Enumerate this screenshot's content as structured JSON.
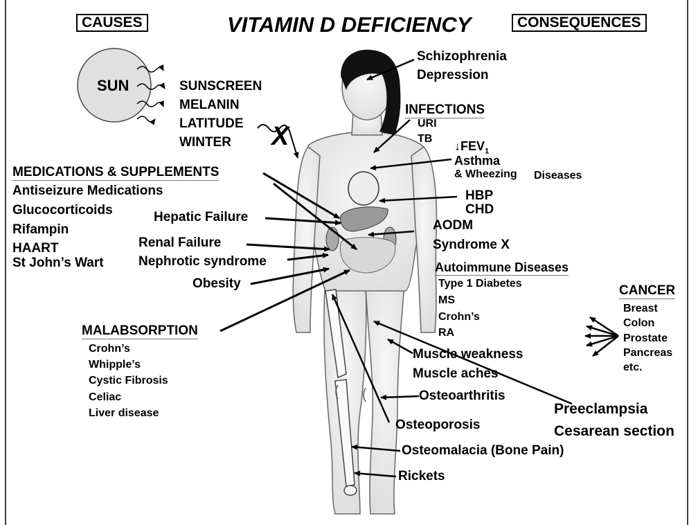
{
  "title": "VITAMIN D DEFICIENCY",
  "header": {
    "causes": "CAUSES",
    "consequences": "CONSEQUENCES"
  },
  "sun": {
    "label": "SUN",
    "factors": [
      "SUNSCREEN",
      "MELANIN",
      "LATITUDE",
      "WINTER"
    ],
    "blocker": "X"
  },
  "medications": {
    "heading": "MEDICATIONS & SUPPLEMENTS",
    "items": [
      "Antiseizure Medications",
      "Glucocorticoids",
      "Rifampin",
      "HAART",
      "St John’s Wart"
    ]
  },
  "organ_causes": {
    "hepatic": "Hepatic Failure",
    "renal": "Renal  Failure",
    "nephrotic": "Nephrotic syndrome",
    "obesity": "Obesity"
  },
  "malabsorption": {
    "heading": "MALABSORPTION",
    "items": [
      "Crohn’s",
      "Whipple’s",
      "Cystic Fibrosis",
      "Celiac",
      "Liver disease"
    ]
  },
  "consequences": {
    "psych": [
      "Schizophrenia",
      "Depression"
    ],
    "infections": {
      "heading": "INFECTIONS",
      "items": [
        "URI",
        "TB"
      ]
    },
    "respiratory": {
      "fev": "↓FEV",
      "fev_sub": "1",
      "asthma": "Asthma",
      "wheezing": "& Wheezing",
      "diseases": "Diseases"
    },
    "cardio": [
      "HBP",
      "CHD"
    ],
    "metabolic": [
      "AODM",
      "Syndrome X"
    ],
    "autoimmune": {
      "heading": "Autoimmune Diseases",
      "items": [
        "Type 1 Diabetes",
        "MS",
        "Crohn’s",
        "RA"
      ]
    },
    "cancer": {
      "heading": "CANCER",
      "items": [
        "Breast",
        "Colon",
        "Prostate",
        "Pancreas",
        "etc."
      ]
    },
    "muscle": [
      "Muscle weakness",
      "Muscle aches"
    ],
    "pregnancy": [
      "Preeclampsia",
      "Cesarean section"
    ],
    "bone": {
      "osteoarthritis": "Osteoarthritis",
      "osteoporosis": "Osteoporosis",
      "osteomalacia": "Osteomalacia (Bone Pain)",
      "rickets": "Rickets"
    }
  }
}
